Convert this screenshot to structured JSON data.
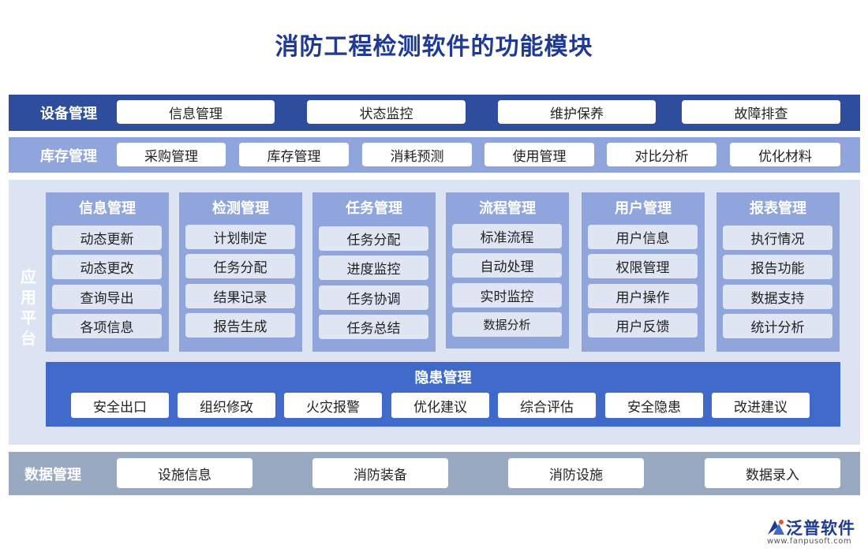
{
  "title": "消防工程检测软件的功能模块",
  "equipment": {
    "label": "设备管理",
    "items": [
      "信息管理",
      "状态监控",
      "维护保养",
      "故障排查"
    ]
  },
  "inventory": {
    "label": "库存管理",
    "items": [
      "采购管理",
      "库存管理",
      "消耗预测",
      "使用管理",
      "对比分析",
      "优化材料"
    ]
  },
  "application": {
    "label": [
      "应",
      "用",
      "平",
      "台"
    ],
    "modules": [
      {
        "title": "信息管理",
        "items": [
          "动态更新",
          "动态更改",
          "查询导出",
          "各项信息"
        ]
      },
      {
        "title": "检测管理",
        "items": [
          "计划制定",
          "任务分配",
          "结果记录",
          "报告生成"
        ]
      },
      {
        "title": "任务管理",
        "items": [
          "任务分配",
          "进度监控",
          "任务协调",
          "任务总结"
        ]
      },
      {
        "title": "流程管理",
        "items": [
          "标准流程",
          "自动处理",
          "实时监控",
          "数据分析"
        ]
      },
      {
        "title": "用户管理",
        "items": [
          "用户信息",
          "权限管理",
          "用户操作",
          "用户反馈"
        ]
      },
      {
        "title": "报表管理",
        "items": [
          "执行情况",
          "报告功能",
          "数据支持",
          "统计分析"
        ]
      }
    ],
    "hazard": {
      "title": "隐患管理",
      "items": [
        "安全出口",
        "组织修改",
        "火灾报警",
        "优化建议",
        "综合评估",
        "安全隐患",
        "改进建议"
      ]
    }
  },
  "data_management": {
    "label": "数据管理",
    "items": [
      "设施信息",
      "消防装备",
      "消防设施",
      "数据录入"
    ]
  },
  "logo": {
    "name": "泛普软件",
    "url": "www.fanpusoft.com"
  },
  "colors": {
    "title": "#1f3a93",
    "equipment_band": "#2e4d9c",
    "inventory_band": "#8fa5db",
    "application_bg": "#dce4f4",
    "module_card": "#8fa5db",
    "hazard_band": "#3f6ac9",
    "data_band": "#9aa9c2"
  }
}
